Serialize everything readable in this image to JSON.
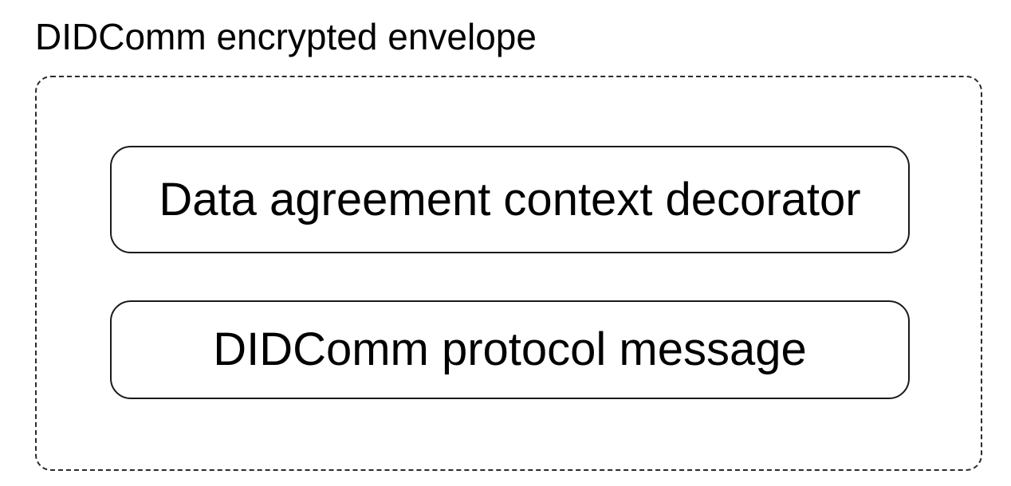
{
  "envelope": {
    "title": "DIDComm encrypted envelope",
    "layers": [
      {
        "label": "Data agreement context decorator"
      },
      {
        "label": "DIDComm protocol message"
      }
    ]
  }
}
